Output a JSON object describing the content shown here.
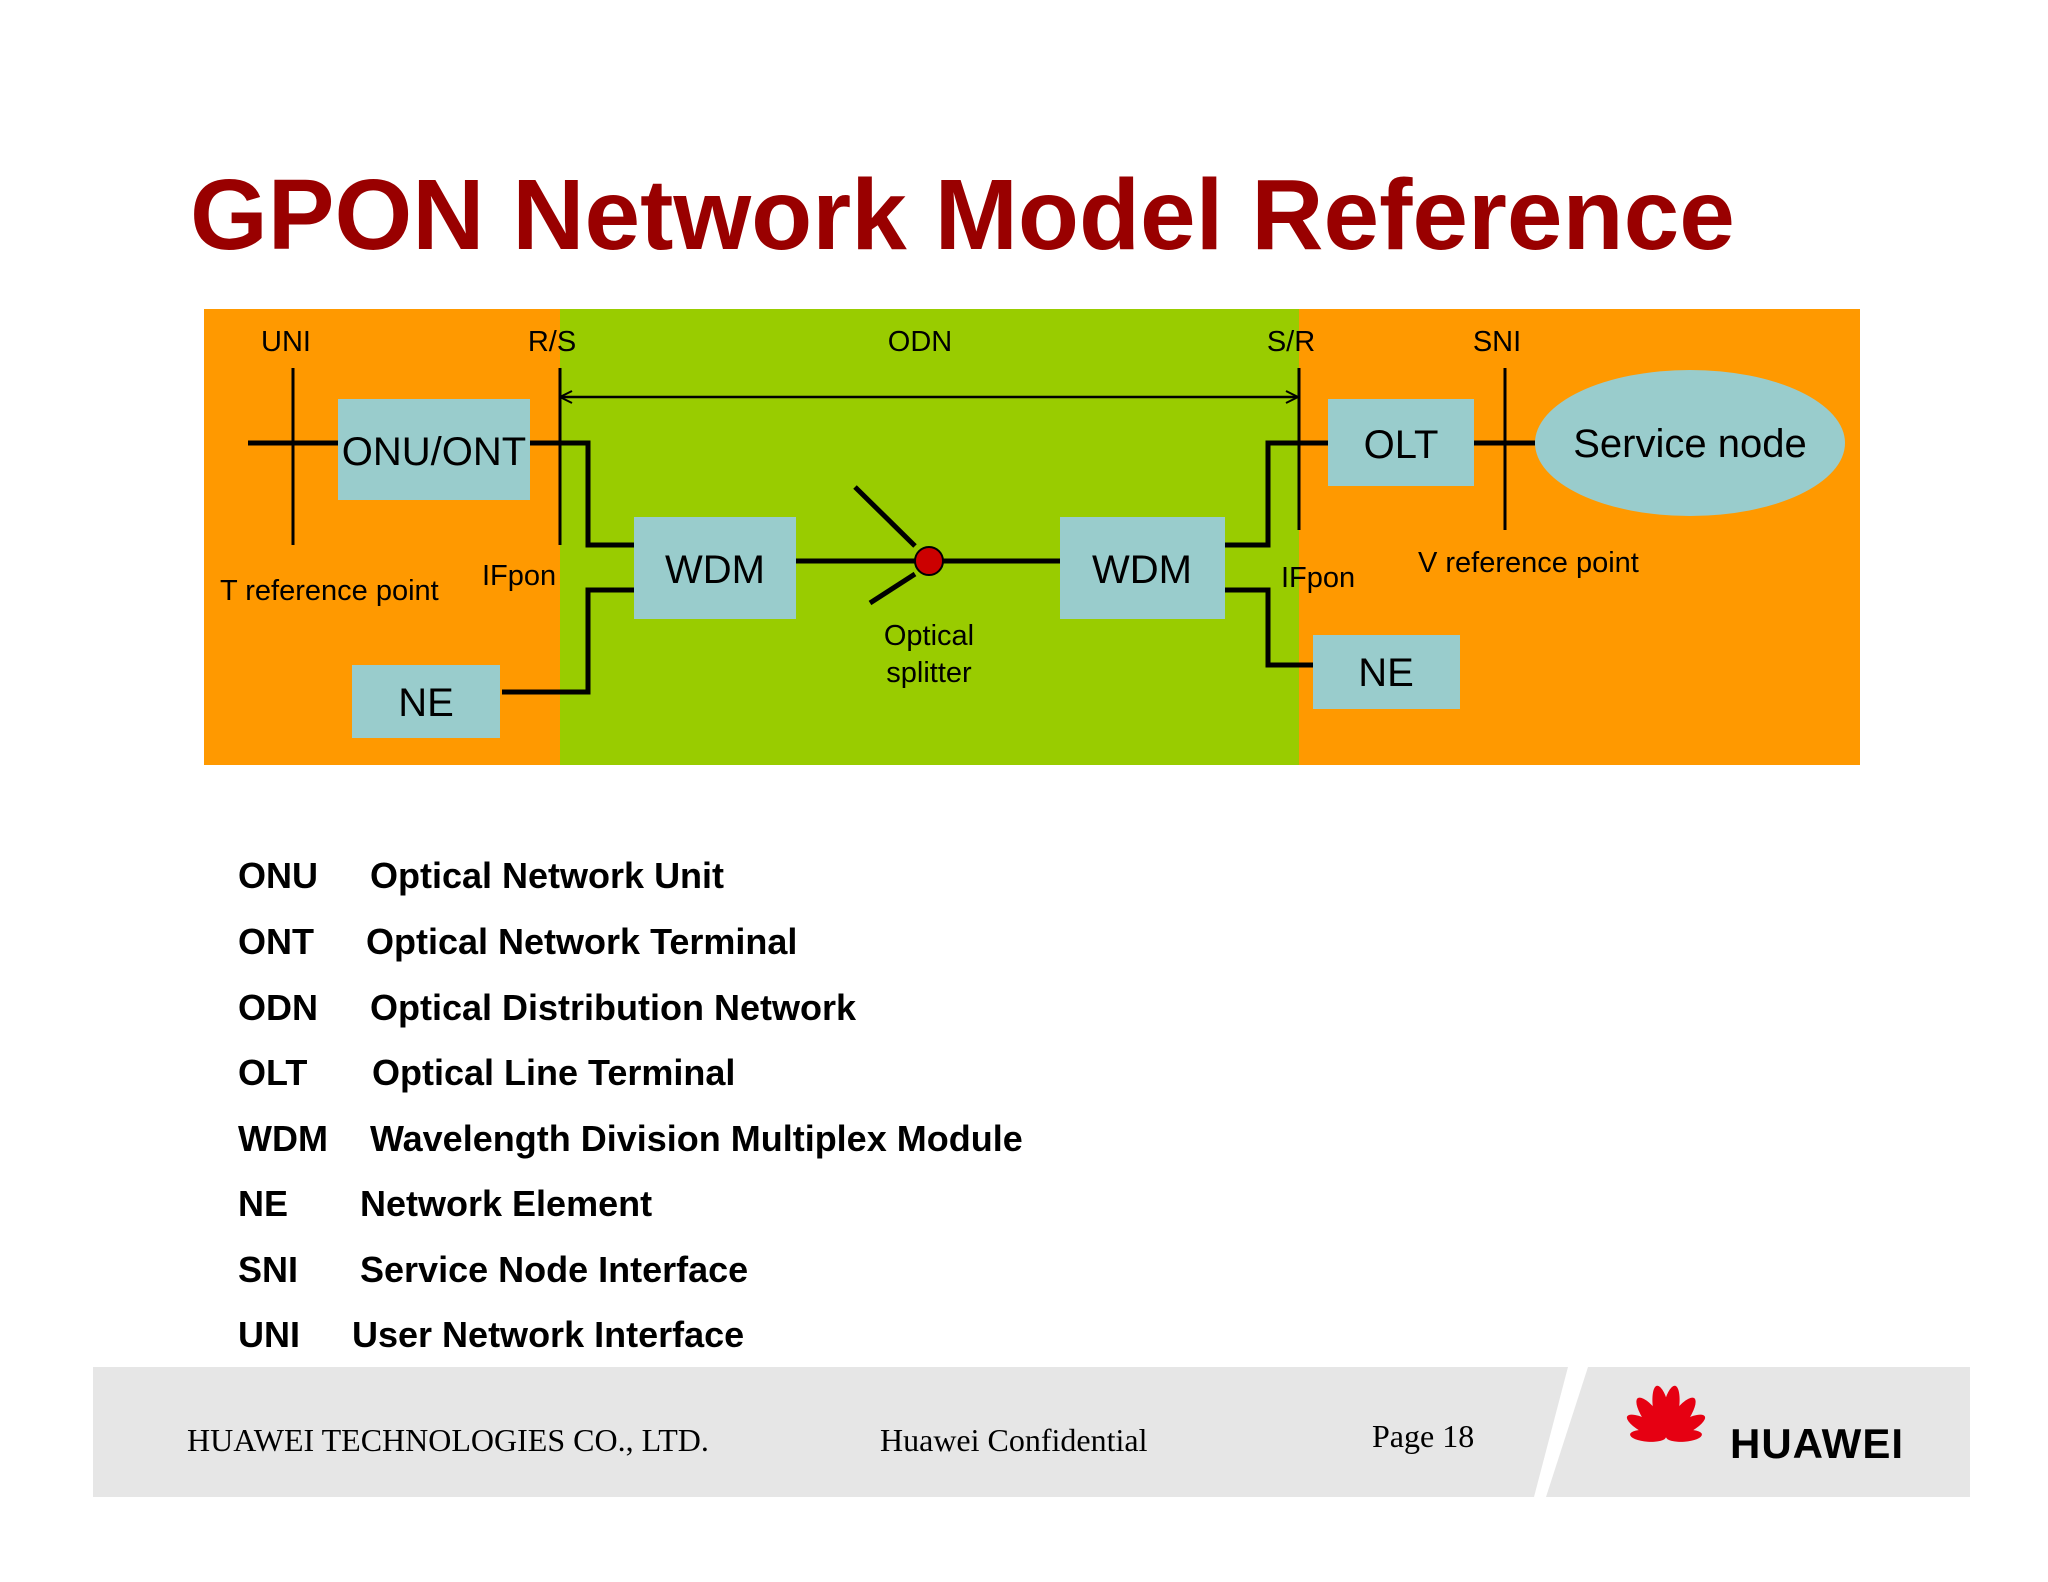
{
  "title": "GPON Network Model Reference",
  "colors": {
    "title": "#990000",
    "user_side": "#FF9900",
    "odn_zone": "#99CC00",
    "box": "#99CCCC",
    "splitter": "#CC0000",
    "line": "#000000",
    "footer_bg": "#E6E6E6",
    "logo_red": "#E60012"
  },
  "diagram": {
    "ref_labels": {
      "uni": "UNI",
      "rs": "R/S",
      "odn": "ODN",
      "sr": "S/R",
      "sni": "SNI"
    },
    "boxes": {
      "onu_ont": "ONU/ONT",
      "wdm_left": "WDM",
      "wdm_right": "WDM",
      "ne_left": "NE",
      "olt": "OLT",
      "ne_right": "NE",
      "service_node": "Service node"
    },
    "labels": {
      "t_reference_point": "T reference point",
      "ifpon_left": "IFpon",
      "ifpon_right": "IFpon",
      "v_reference_point": "V reference point",
      "optical_splitter_line1": "Optical",
      "optical_splitter_line2": "splitter"
    }
  },
  "legend": [
    {
      "abbr": "ONU",
      "desc": "Optical Network Unit"
    },
    {
      "abbr": "ONT",
      "desc": "Optical Network Terminal"
    },
    {
      "abbr": "ODN",
      "desc": "Optical Distribution Network"
    },
    {
      "abbr": "OLT",
      "desc": "Optical Line Terminal"
    },
    {
      "abbr": "WDM",
      "desc": "Wavelength Division Multiplex Module"
    },
    {
      "abbr": "NE",
      "desc": "Network Element"
    },
    {
      "abbr": "SNI",
      "desc": "Service Node Interface"
    },
    {
      "abbr": "UNI",
      "desc": "User Network Interface"
    }
  ],
  "footer": {
    "company": "HUAWEI TECHNOLOGIES CO., LTD.",
    "confidential": "Huawei Confidential",
    "page": "Page 18",
    "brand": "HUAWEI"
  }
}
